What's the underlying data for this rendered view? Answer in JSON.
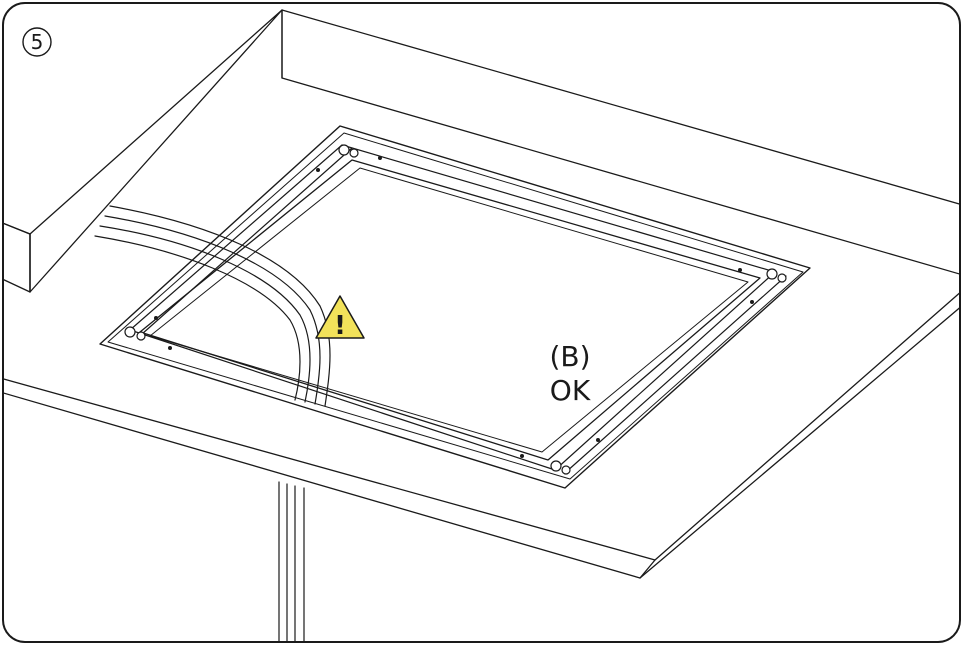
{
  "step": {
    "number": "5"
  },
  "callout": {
    "letter": "(B)",
    "status": "OK"
  },
  "warning": {
    "symbol": "!",
    "fill_color": "#f2e25a",
    "icon": "warning-triangle-icon"
  },
  "colors": {
    "line": "#1a1a1a",
    "background": "#ffffff",
    "warning_fill": "#f2e25a"
  }
}
